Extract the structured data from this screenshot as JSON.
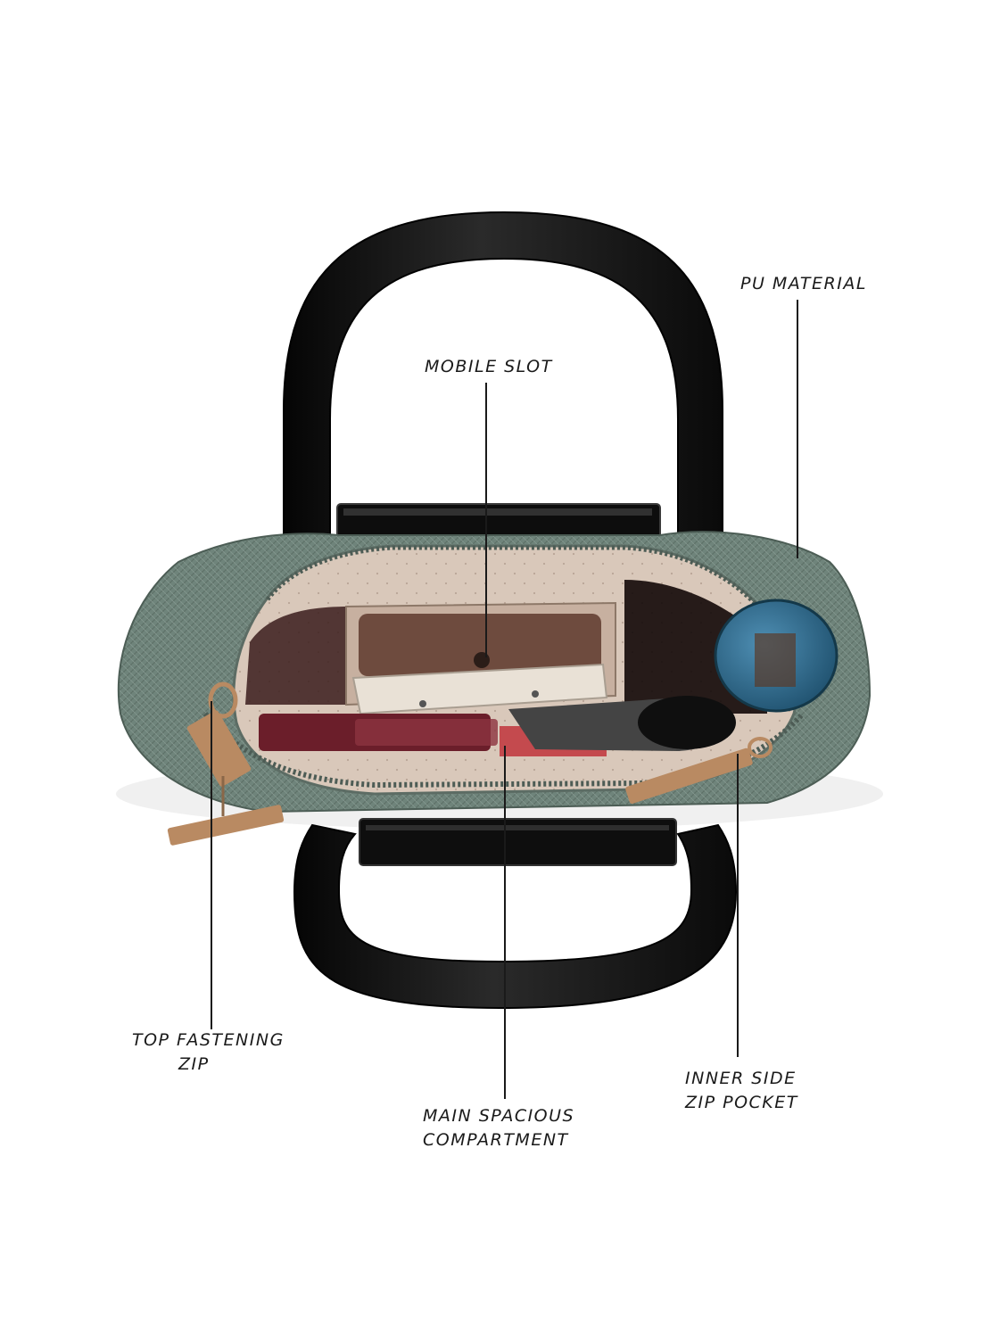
{
  "callouts": {
    "pu_material": "PU MATERIAL",
    "mobile_slot": "MOBILE SLOT",
    "top_zip_line1": "TOP FASTENING",
    "top_zip_line2": "ZIP",
    "main_compartment_line1": "MAIN SPACIOUS",
    "main_compartment_line2": "COMPARTMENT",
    "inner_pocket_line1": "INNER SIDE",
    "inner_pocket_line2": "ZIP POCKET"
  },
  "colors": {
    "background": "#ffffff",
    "bag_body": "#6f847b",
    "handle": "#111111",
    "lining": "#d8c6b8",
    "zipper_pull": "#b98a62"
  }
}
